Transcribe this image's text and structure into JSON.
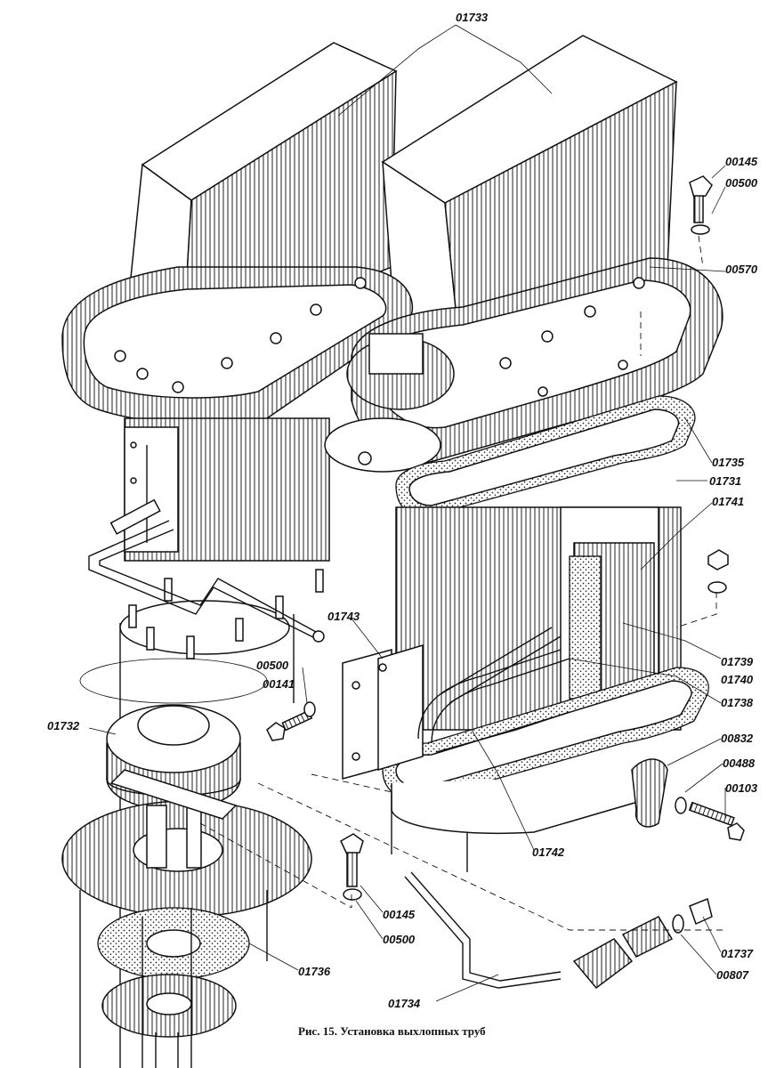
{
  "figure": {
    "caption": "Рис. 15. Установка выхлопных труб"
  },
  "callouts": {
    "c01733": "01733",
    "c00145_top": "00145",
    "c00500_top": "00500",
    "c00570": "00570",
    "c01735": "01735",
    "c01731": "01731",
    "c01741": "01741",
    "c01743": "01743",
    "c00500_left": "00500",
    "c00141": "00141",
    "c01732": "01732",
    "c01739": "01739",
    "c01740": "01740",
    "c01738": "01738",
    "c00832": "00832",
    "c00488": "00488",
    "c00103": "00103",
    "c01742": "01742",
    "c00145_bottom": "00145",
    "c00500_bottom": "00500",
    "c01736": "01736",
    "c01737": "01737",
    "c00807": "00807",
    "c01734": "01734"
  }
}
